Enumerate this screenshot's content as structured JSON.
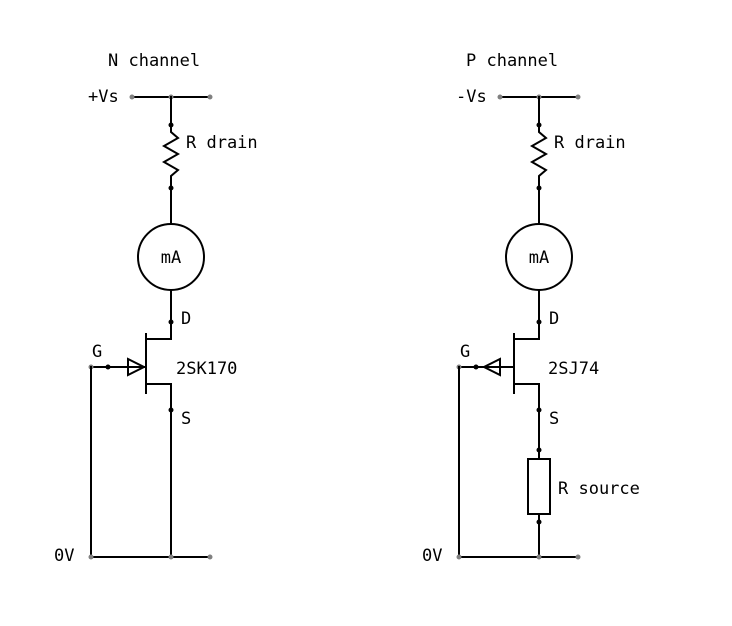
{
  "left_circuit": {
    "title": "N channel",
    "supply_label": "+Vs",
    "resistor_label": "R drain",
    "meter_label": "mA",
    "drain_label": "D",
    "gate_label": "G",
    "source_label": "S",
    "device_label": "2SK170",
    "ground_label": "0V"
  },
  "right_circuit": {
    "title": "P channel",
    "supply_label": "-Vs",
    "resistor_label": "R drain",
    "meter_label": "mA",
    "drain_label": "D",
    "gate_label": "G",
    "source_label": "S",
    "device_label": "2SJ74",
    "source_resistor_label": "R source",
    "ground_label": "0V"
  }
}
